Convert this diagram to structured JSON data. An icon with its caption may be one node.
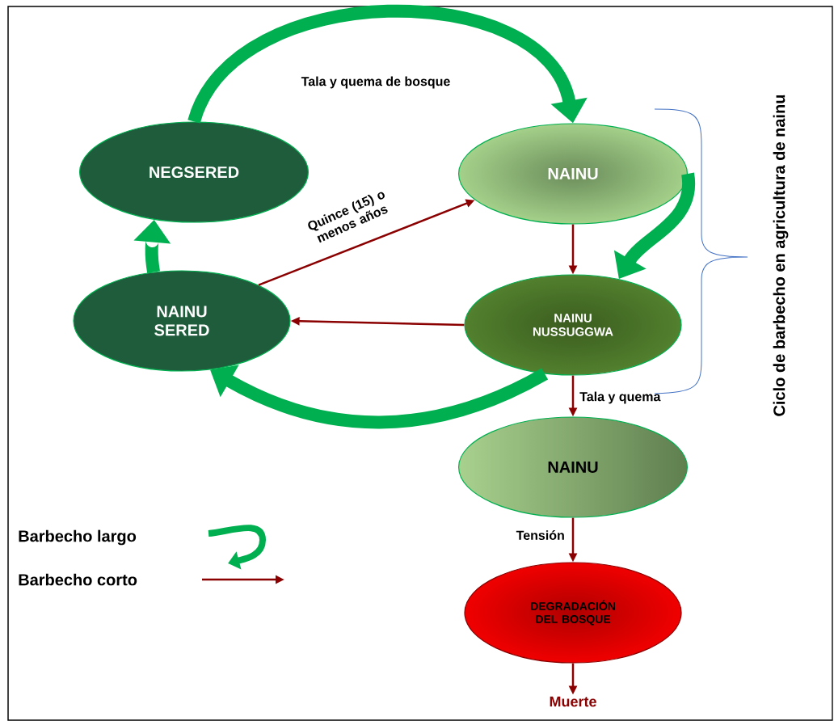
{
  "diagram": {
    "nodes": [
      {
        "text": [
          "NEGSERED"
        ]
      },
      {
        "text": [
          "NAINU"
        ]
      },
      {
        "text": [
          "NAINU NUSSUGGWA"
        ]
      },
      {
        "text": [
          "NAINU SERED"
        ]
      },
      {
        "text": [
          "NAINU"
        ]
      },
      {
        "text": [
          "DEGRADACIÓN DEL BOSQUE"
        ]
      },
      {
        "text": [
          "Muerte"
        ]
      }
    ],
    "edges": [
      {
        "from": 0,
        "to": 1,
        "arrow": "to",
        "label": "Tala y quema de bosque",
        "style": "thick",
        "color": "#00b050"
      },
      {
        "from": 1,
        "to": 2,
        "arrow": "to",
        "style": "thick",
        "color": "#00b050"
      },
      {
        "from": 2,
        "to": 3,
        "arrow": "to",
        "style": "thick",
        "color": "#00b050"
      },
      {
        "from": 3,
        "to": 0,
        "arrow": "to",
        "style": "thick",
        "color": "#00b050"
      },
      {
        "from": 1,
        "to": 2,
        "arrow": "to"
      },
      {
        "from": 2,
        "to": 3,
        "arrow": "to"
      },
      {
        "from": 3,
        "to": 1,
        "arrow": "to",
        "label": "Quince (15) o menos años"
      },
      {
        "from": 2,
        "to": 4,
        "arrow": "to",
        "label": "Tala y quema"
      },
      {
        "from": 4,
        "to": 5,
        "arrow": "to",
        "label": "Tensión"
      },
      {
        "from": 5,
        "to": 6,
        "arrow": "to"
      }
    ],
    "labels": [
      "Ciclo de barbecho en agricultura de nainu"
    ],
    "legend": [
      {
        "text": "Barbecho largo"
      },
      {
        "text": "Barbecho corto"
      }
    ]
  }
}
